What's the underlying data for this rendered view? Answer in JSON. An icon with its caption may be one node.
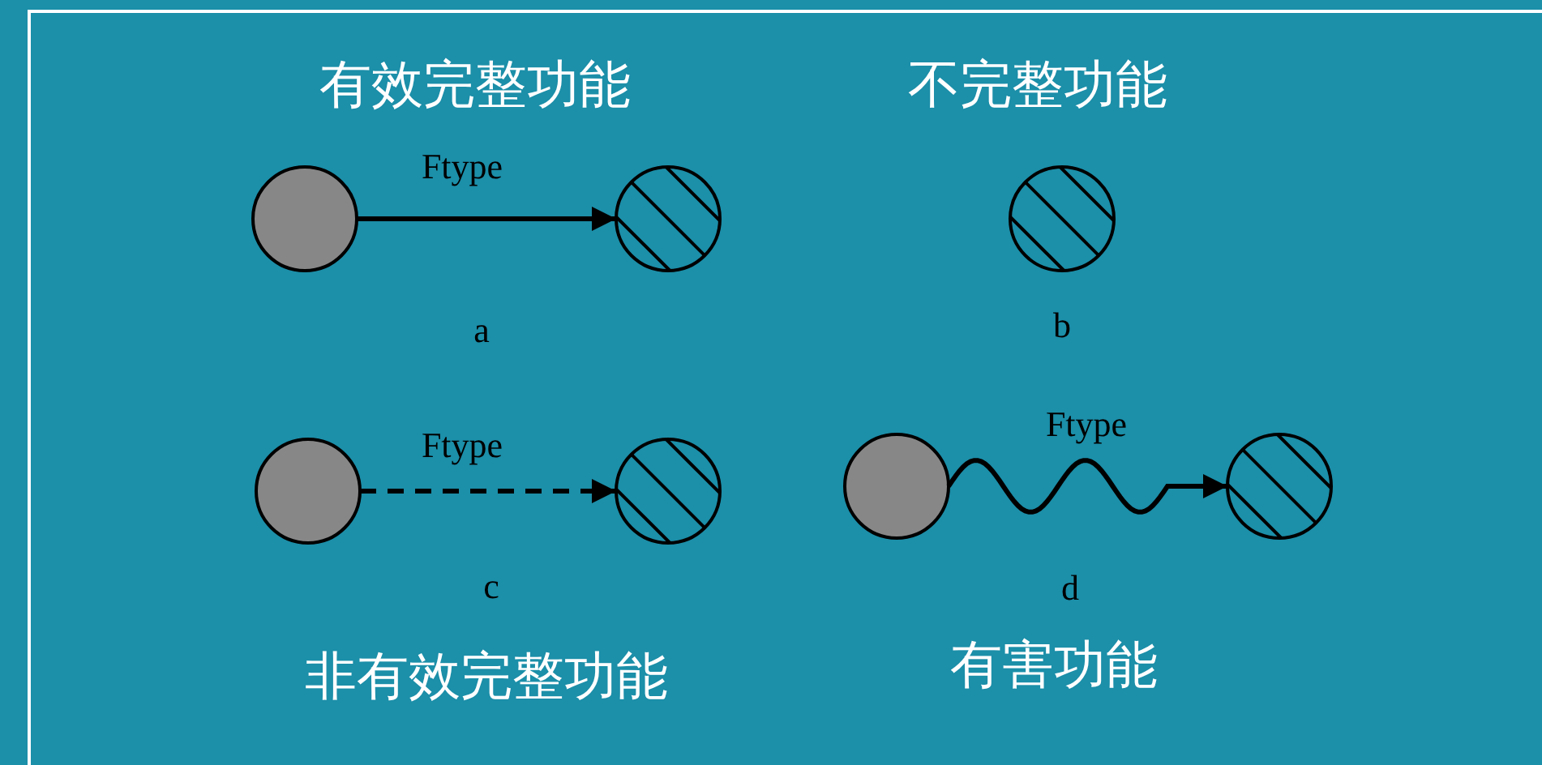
{
  "diagram": {
    "nodes": [
      {
        "text": [],
        "shape": "circle"
      },
      {
        "text": [],
        "shape": "circle"
      },
      {
        "text": [],
        "shape": "circle"
      },
      {
        "text": [],
        "shape": "circle"
      },
      {
        "text": [],
        "shape": "circle"
      },
      {
        "text": [],
        "shape": "circle"
      },
      {
        "text": [],
        "shape": "circle"
      }
    ],
    "edges": [
      {
        "from": 0,
        "to": 1,
        "arrow": "to",
        "label": "Ftype"
      },
      {
        "from": 3,
        "to": 4,
        "arrow": "to",
        "label": "Ftype",
        "style": "dashed"
      },
      {
        "from": 5,
        "to": 6,
        "arrow": "to",
        "label": "Ftype"
      }
    ],
    "labels": [
      "有效完整功能",
      "不完整功能",
      "a",
      "b",
      "c",
      "d",
      "非有效完整功能",
      "有害功能"
    ]
  }
}
